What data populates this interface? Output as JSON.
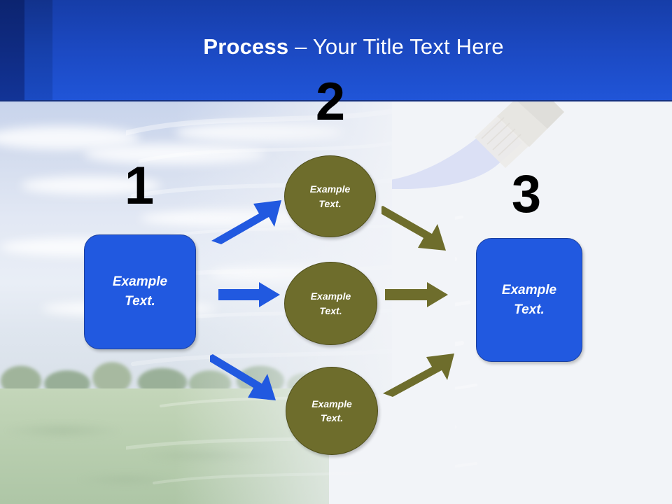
{
  "slide": {
    "title_bold": "Process",
    "title_rest": " – Your Title Text Here"
  },
  "colors": {
    "header_blue": "#1b48c0",
    "header_dark_navy": "#0c2470",
    "box_blue": "#2159e0",
    "circle_olive": "#6e6d2c",
    "arrow_blue": "#2159e0",
    "arrow_olive": "#6e6d2c",
    "step_number_black": "#000000",
    "background_light": "#f2f4f8",
    "title_text": "#ffffff"
  },
  "steps": [
    {
      "number": "1",
      "shape": "rounded-rectangle",
      "text": "Example\nText."
    },
    {
      "number": "2",
      "shape": "circle",
      "text": "Example\nText."
    },
    {
      "number": "3",
      "shape": "rounded-rectangle",
      "text": "Example\nText."
    }
  ],
  "stage_two_circles": [
    {
      "text": "Example\nText."
    },
    {
      "text": "Example\nText."
    },
    {
      "text": "Example\nText."
    }
  ],
  "arrows": [
    {
      "name": "arrow-1-to-top-circle",
      "direction": "up-right",
      "color": "#2159e0"
    },
    {
      "name": "arrow-1-to-middle-circle",
      "direction": "right",
      "color": "#2159e0"
    },
    {
      "name": "arrow-1-to-bottom-circle",
      "direction": "down-right",
      "color": "#2159e0"
    },
    {
      "name": "arrow-top-circle-to-3",
      "direction": "down-right",
      "color": "#6e6d2c"
    },
    {
      "name": "arrow-middle-circle-to-3",
      "direction": "right",
      "color": "#6e6d2c"
    },
    {
      "name": "arrow-bottom-circle-to-3",
      "direction": "up-right",
      "color": "#6e6d2c"
    }
  ],
  "decorations": {
    "paintbrush": "paintbrush-icon",
    "background_photo": "landscape-field-and-trees"
  }
}
